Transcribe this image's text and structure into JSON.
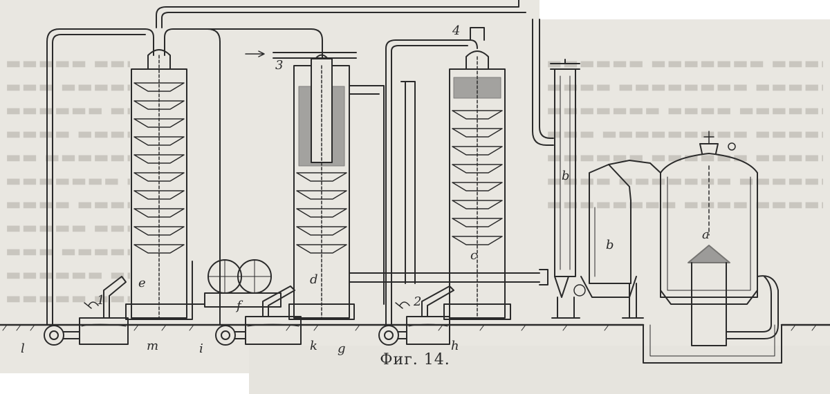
{
  "caption": "Фиг. 14.",
  "labels": {
    "a": "a",
    "b_upper": "b",
    "b_lower": "b",
    "c": "c",
    "d": "d",
    "e": "e",
    "f": "f",
    "g": "g",
    "h": "h",
    "i": "i",
    "k": "k",
    "l": "l",
    "m": "m",
    "n1": "1",
    "n2": "2",
    "n3": "3",
    "n4": "4"
  },
  "colors": {
    "ink": "#2a2a2a",
    "paper": "#e9e7e1",
    "background": "#ffffff"
  }
}
